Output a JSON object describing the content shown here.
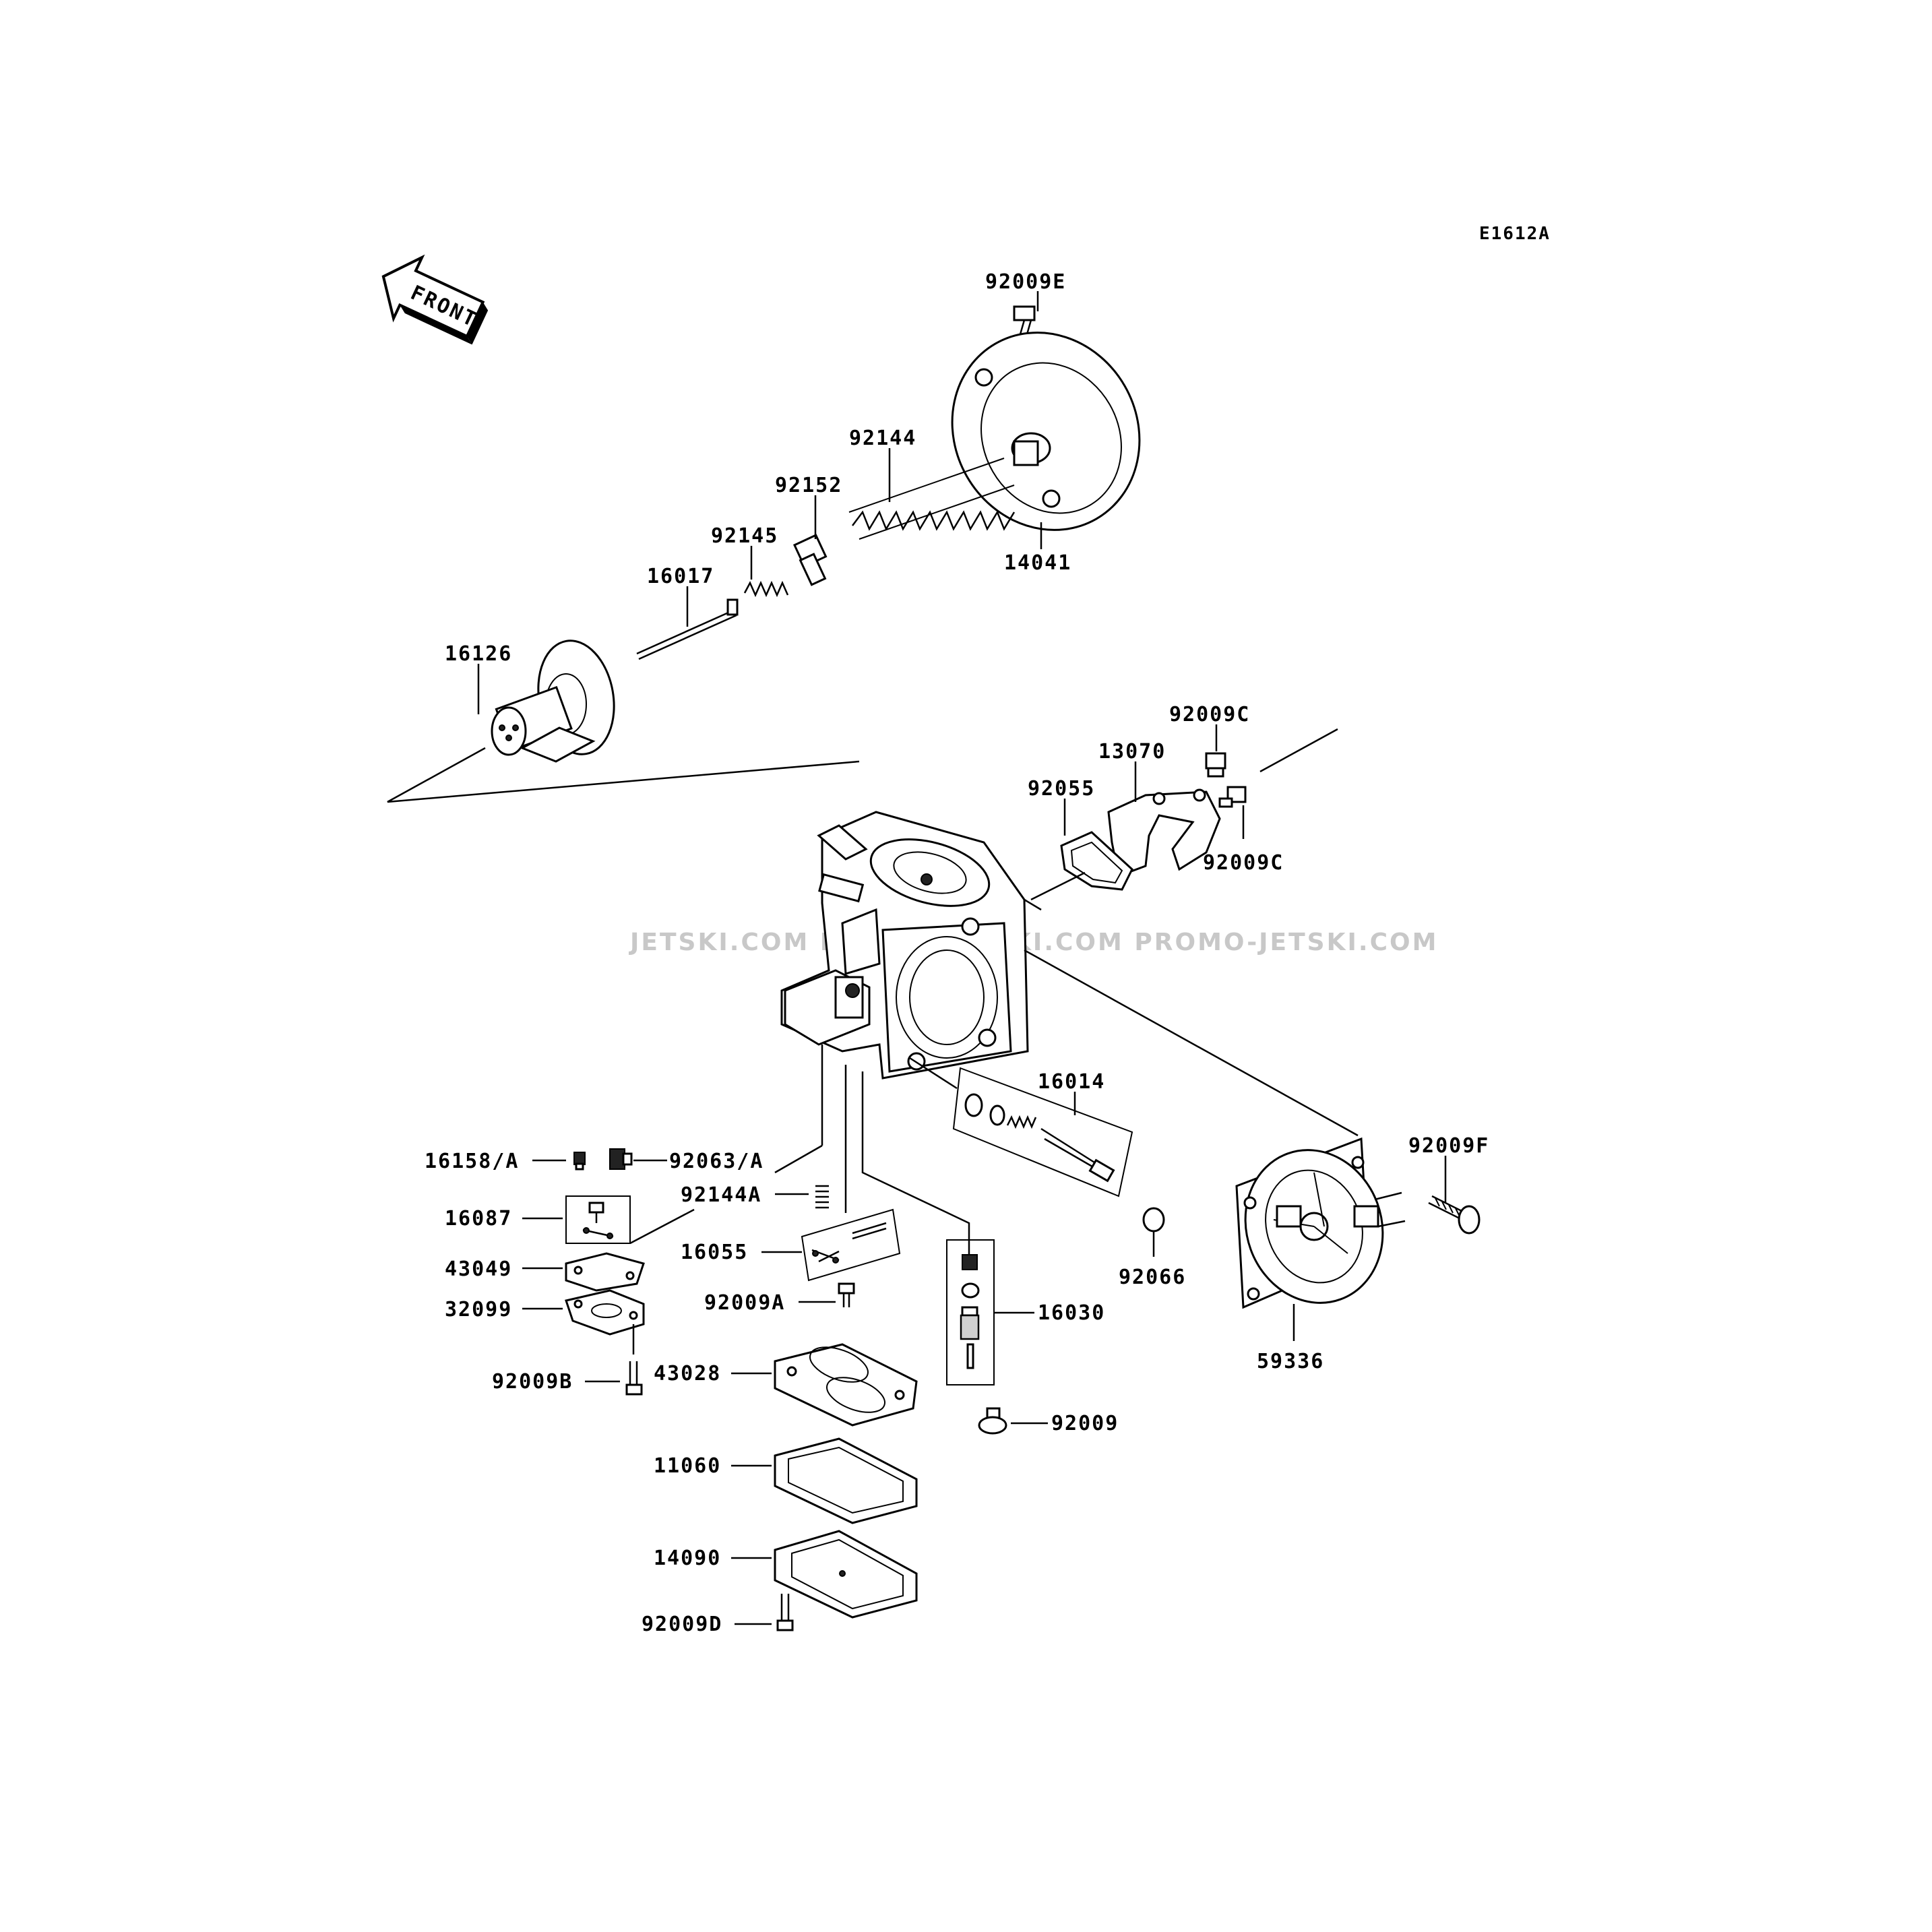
{
  "diagram": {
    "code": "E1612A",
    "front_label": "FRONT",
    "watermark": "JETSKI.COM   PROMO-JETSKI.COM   PROMO-JETSKI.COM",
    "parts": {
      "p92009E": "92009E",
      "p92144": "92144",
      "p92152": "92152",
      "p92145": "92145",
      "p16017": "16017",
      "p14041": "14041",
      "p16126": "16126",
      "p92009C_top": "92009C",
      "p13070": "13070",
      "p92055": "92055",
      "p92009C_bottom": "92009C",
      "p16014": "16014",
      "p92009F": "92009F",
      "p16158A": "16158/A",
      "p92063A": "92063/A",
      "p92144A": "92144A",
      "p16087": "16087",
      "p16055": "16055",
      "p43049": "43049",
      "p92009A": "92009A",
      "p32099": "32099",
      "p16030": "16030",
      "p92066": "92066",
      "p59336": "59336",
      "p92009B": "92009B",
      "p43028": "43028",
      "p92009": "92009",
      "p11060": "11060",
      "p14090": "14090",
      "p92009D": "92009D"
    }
  }
}
